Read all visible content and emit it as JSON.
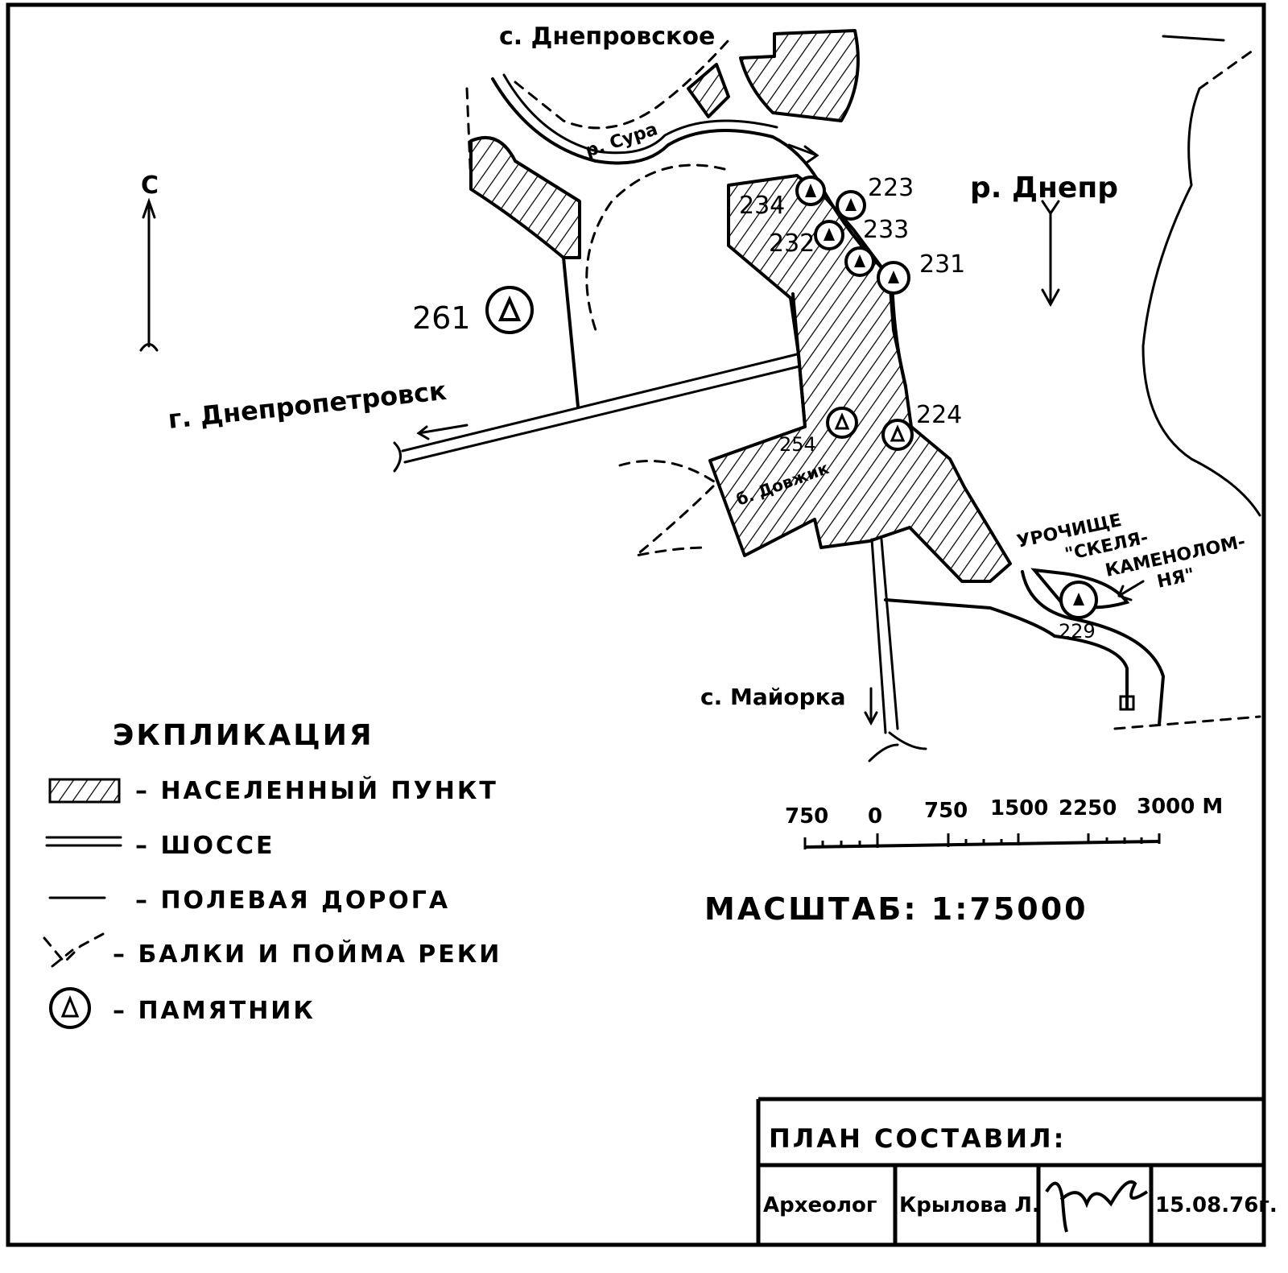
{
  "map": {
    "north_symbol": "С",
    "places": {
      "dneprovskoe": "с. Днепровское",
      "sura": "р. Сура",
      "dnepr": "р. Днепр",
      "dnepropetrovsk": "г. Днепропетровск",
      "dovzhik": "б. Довжик",
      "mayorka": "с. Майорка",
      "urochishche": "УРОЧИЩЕ",
      "skelya": "\"СКЕЛЯ-",
      "kamenolom": "КАМЕНОЛОМ-",
      "nya": "НЯ\""
    },
    "monuments": [
      "234",
      "223",
      "233",
      "232",
      "231",
      "261",
      "254",
      "224",
      "229"
    ]
  },
  "legend": {
    "title": "ЭКПЛИКАЦИЯ",
    "items": [
      {
        "icon": "hatched-settlement-icon",
        "label": "– НАСЕЛЕННЫЙ ПУНКТ"
      },
      {
        "icon": "highway-icon",
        "label": "– ШОССЕ"
      },
      {
        "icon": "field-road-icon",
        "label": "– ПОЛЕВАЯ ДОРОГА"
      },
      {
        "icon": "ravine-floodplain-icon",
        "label": "– БАЛКИ И ПОЙМА РЕКИ"
      },
      {
        "icon": "monument-icon",
        "label": "– ПАМЯТНИК"
      }
    ]
  },
  "scale": {
    "ticks": [
      "750",
      "0",
      "750",
      "1500",
      "2250",
      "3000 М"
    ],
    "label": "МАСШТАБ: 1:75000"
  },
  "title_block": {
    "header": "ПЛАН СОСТАВИЛ:",
    "role": "Археолог",
    "name": "Крылова Л.",
    "signature": "Крылова",
    "date": "15.08.76г."
  }
}
